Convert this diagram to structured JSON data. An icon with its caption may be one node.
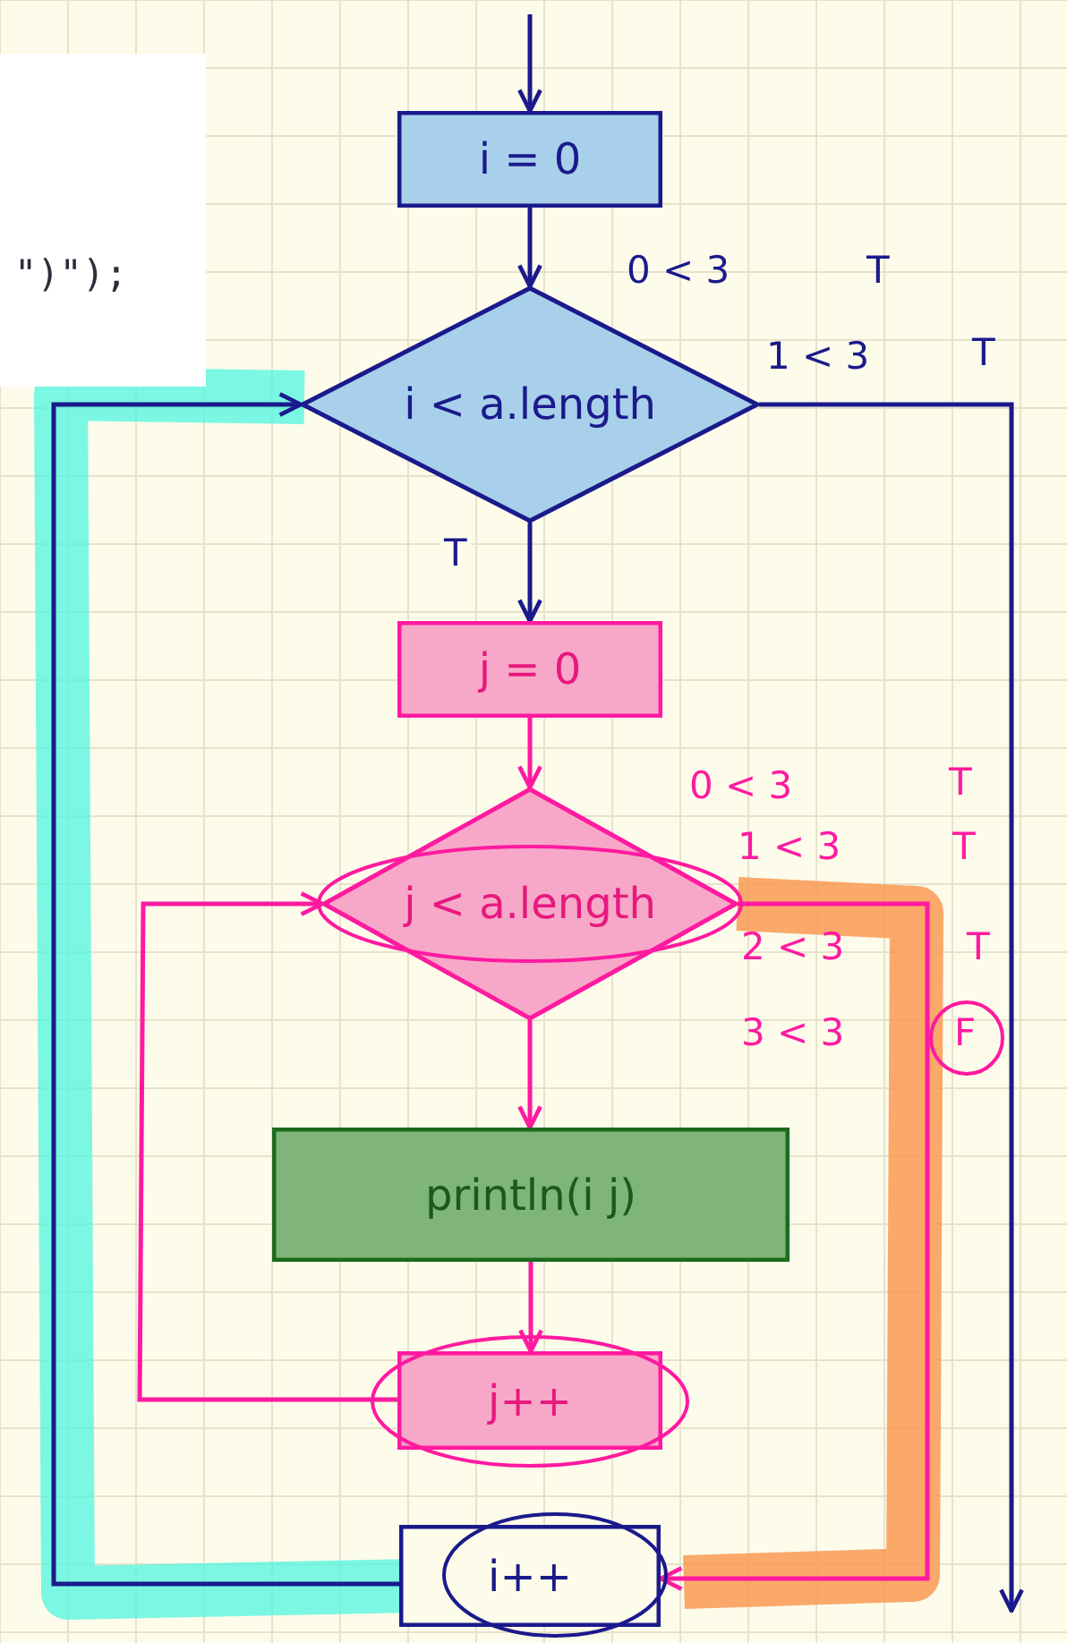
{
  "diagram": {
    "nodes": [
      {
        "text": [
          "i = 0"
        ]
      },
      {
        "text": [
          "i < a.length"
        ]
      },
      {
        "text": [
          "j = 0"
        ]
      },
      {
        "text": [
          "j < a.length"
        ]
      },
      {
        "text": [
          "println(i  j)"
        ]
      },
      {
        "text": [
          "j++"
        ]
      },
      {
        "text": [
          "i++"
        ]
      }
    ],
    "edges": [
      {
        "from": null,
        "to": 0,
        "arrow": "to"
      },
      {
        "from": 0,
        "to": 1,
        "arrow": "to"
      },
      {
        "from": 1,
        "to": 2,
        "arrow": "to",
        "label": "T"
      },
      {
        "from": 2,
        "to": 3,
        "arrow": "to",
        "color": "#ff1aa0"
      },
      {
        "from": 3,
        "to": 4,
        "arrow": "to",
        "color": "#ff1aa0"
      },
      {
        "from": 4,
        "to": 5,
        "arrow": "to",
        "color": "#ff1aa0"
      },
      {
        "from": 5,
        "to": 3,
        "arrow": "to",
        "color": "#ff1aa0"
      },
      {
        "from": 3,
        "to": 6,
        "arrow": "to",
        "color": "#ff1aa0"
      },
      {
        "from": 6,
        "to": 1,
        "arrow": "to"
      },
      {
        "from": 1,
        "to": null,
        "arrow": "to"
      }
    ],
    "labels": [
      "\")\");",
      "0 < 3",
      "T",
      "1 < 3",
      "T",
      "0 < 3",
      "T",
      "1 < 3",
      "T",
      "2 < 3",
      "T",
      "3 < 3",
      "F"
    ]
  }
}
